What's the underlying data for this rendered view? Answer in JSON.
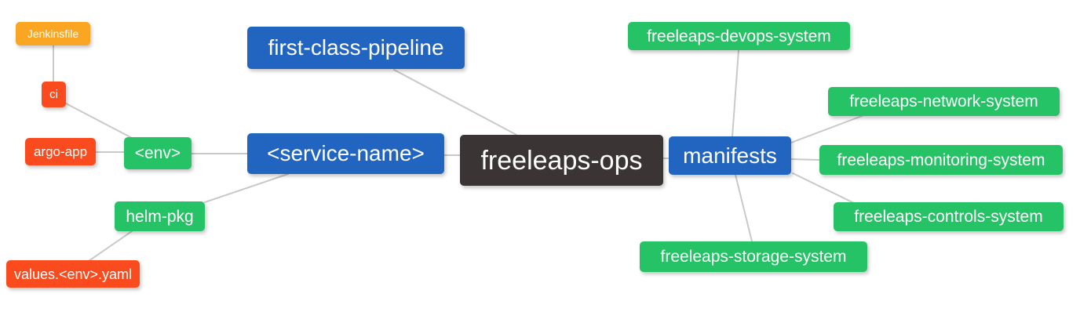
{
  "palette": {
    "blue": "#2165c0",
    "green": "#26c366",
    "orange": "#faa623",
    "red": "#fa4b1e",
    "dark": "#3a3434",
    "edge": "#c9c9c9",
    "text": "#ffffff",
    "background": "#ffffff"
  },
  "nodes": {
    "root": {
      "label": "freeleaps-ops",
      "color": "dark"
    },
    "first_class_pipeline": {
      "label": "first-class-pipeline",
      "color": "blue"
    },
    "service_name": {
      "label": "<service-name>",
      "color": "blue"
    },
    "manifests": {
      "label": "manifests",
      "color": "blue"
    },
    "env": {
      "label": "<env>",
      "color": "green"
    },
    "helm_pkg": {
      "label": "helm-pkg",
      "color": "green"
    },
    "ci": {
      "label": "ci",
      "color": "red"
    },
    "argo_app": {
      "label": "argo-app",
      "color": "red"
    },
    "jenkinsfile": {
      "label": "Jenkinsfile",
      "color": "orange"
    },
    "values_env_yaml": {
      "label": "values.<env>.yaml",
      "color": "red"
    },
    "devops_system": {
      "label": "freeleaps-devops-system",
      "color": "green"
    },
    "network_system": {
      "label": "freeleaps-network-system",
      "color": "green"
    },
    "monitoring_system": {
      "label": "freeleaps-monitoring-system",
      "color": "green"
    },
    "controls_system": {
      "label": "freeleaps-controls-system",
      "color": "green"
    },
    "storage_system": {
      "label": "freeleaps-storage-system",
      "color": "green"
    }
  },
  "edges": [
    {
      "from": "jenkinsfile",
      "to": "ci"
    },
    {
      "from": "ci",
      "to": "env"
    },
    {
      "from": "argo_app",
      "to": "env"
    },
    {
      "from": "env",
      "to": "service_name"
    },
    {
      "from": "service_name",
      "to": "helm_pkg"
    },
    {
      "from": "helm_pkg",
      "to": "values_env_yaml"
    },
    {
      "from": "service_name",
      "to": "root"
    },
    {
      "from": "first_class_pipeline",
      "to": "root"
    },
    {
      "from": "root",
      "to": "manifests"
    },
    {
      "from": "manifests",
      "to": "devops_system"
    },
    {
      "from": "manifests",
      "to": "network_system"
    },
    {
      "from": "manifests",
      "to": "monitoring_system"
    },
    {
      "from": "manifests",
      "to": "controls_system"
    },
    {
      "from": "manifests",
      "to": "storage_system"
    }
  ]
}
